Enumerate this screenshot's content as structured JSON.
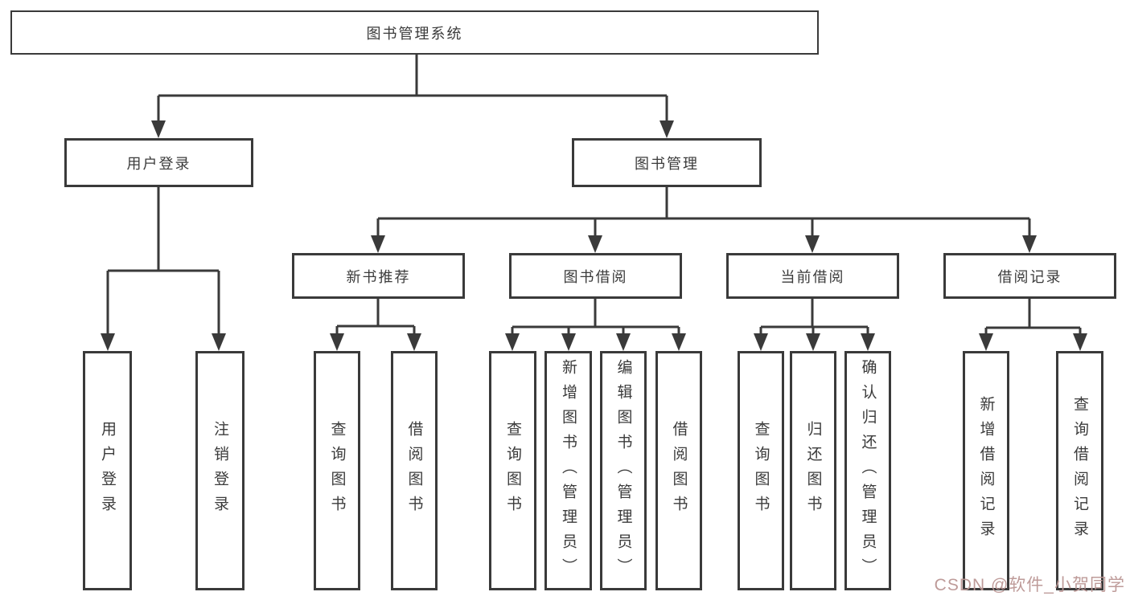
{
  "nodes": {
    "root": "图书管理系统",
    "user_login": "用户登录",
    "book_mgmt": "图书管理",
    "new_book_rec": "新书推荐",
    "book_borrow": "图书借阅",
    "current_borrow": "当前借阅",
    "borrow_records": "借阅记录",
    "leaf_user_login": "用户登录",
    "leaf_logout": "注销登录",
    "leaf_rec_query": "查询图书",
    "leaf_rec_borrow": "借阅图书",
    "leaf_bb_query": "查询图书",
    "leaf_bb_add": "新增图书（管理员）",
    "leaf_bb_edit": "编辑图书（管理员）",
    "leaf_bb_borrow": "借阅图书",
    "leaf_cb_query": "查询图书",
    "leaf_cb_return": "归还图书",
    "leaf_cb_confirm": "确认归还（管理员）",
    "leaf_br_add": "新增借阅记录",
    "leaf_br_query": "查询借阅记录"
  },
  "watermark": {
    "text": "CSDN @软件_小贺同学",
    "color": "#ba9693"
  },
  "colors": {
    "line": "#3a3a3a",
    "text": "#3b3b3b",
    "background": "#ffffff"
  }
}
